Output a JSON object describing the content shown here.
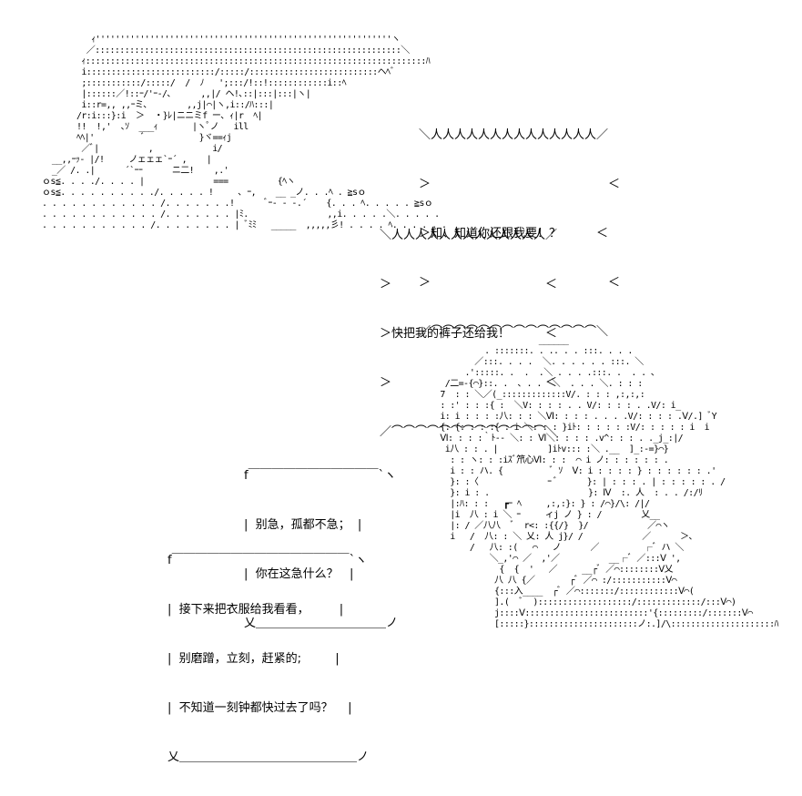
{
  "art": {
    "top": [
      "          ｨ''''''''''''''''''''''''''''''''''''''''''''''''''''''''''''ヽ",
      "         ／::::::::::::::::::::::::::::::::::::::::::::::::::::::::::::::＼",
      "        ｨ:::::::::::::::::::::::::::::::::::::::::::::::::::::::::::::::::::::ﾊ",
      "        i::::::::::::::::::::::::::/:::::/::::::::::::::::::::::::::ヘﾍﾞ",
      "        ;:::::::::::/:::::/  /  ﾉ   ';:::/!::!::::::::::::i::ﾍ",
      "        |::::::／!::ｰ/'ｰ-/､      ,,|/ ヘ!､::|:::|:::|ヽ|",
      "        i::r=,, ,,ｰミ､        ,,j|⌒|ヽ,i::/ﾊ:::|",
      "       /r:i:::}:i  ＞  ・}ﾚ|ニニミf ー､ ｨ|r  ﾍ|",
      "       !!  !,'  ､ｿ  ___ｨ       |ヽﾟノ   ill",
      "       ﾍﾍ|'          ﾞ           }ヾ==ｨj",
      "        ／ﾞ|          ,            i/",
      "  __,,ｰｯ- |/!     ノェェェ`ｰ´ ,    |",
      "  _／ /. .|      ´`ｰｰ      ニ二!    ,.'",
      "ｏs≦. . . ./. . . . |              ===          {ﾍヽ",
      "ｏs≦. . . . . . . . . ./. . . . . !     ､ ｰ,    __ _ノ. . .ﾍ . ≧sｏ",
      ". . . . . . . . . . . . /. . . . . . .!      ﾞｰ- - -.´    {. . . ﾍ. . . . . ≧sｏ",
      ". . . . . . . . . . . . /. . . . . . . |ﾐ.                ,,i. . . . .＼. . . . .",
      ". . . . . . . . . . . /. . . . . . . . | ﾞﾐﾐ   _____  ,,,,,彡! . . . . ﾍ. . . . . ."
    ],
    "bottom": [
      "                            ______",
      "                 . :::::::. . .. . . :::. . . .",
      "               ／:::. . . .  ＼. . . . . . :::. ＼",
      "             .':::::. .  .  .＼ . . . .:::. .  . . ､",
      "         /二=-{⌒}::. .  ､ . .  ＼  . . . ＼. : : :",
      "        7  : : ＼／(_:::::::::::::V/. : : : ,:,:,:",
      "        : :' : : :{ :  ＼V: : : : . . V/: : : : . .V/: i_",
      "        i: i : : : :八: : : ＼Ⅵ: : : : . . . .V/: : : : .Ⅴ/.] ﾞY",
      "        {: {: : : :{ : i ＼: : : }iﾄ: : : : : :V/: : : : : i  i",
      "        Ⅵ: : : :｀ﾄ-- ＼: : Ⅵ＼: : : : .v^: : : . ._j_:|/",
      "         i八 : : . |          ]iﾄv::: :＼ .__  ]_:-=}⌒}",
      "          : : ヽ: : :iｽﾞ笊心Ⅵ: : :  ⌒ i ノ: : : : : : .",
      "          i : : ハ. {          ﾞ ｿ  Ⅴ: i : : : : } : : : : : : .'",
      "          }: :〈              ｰ ﾞ      }: | : : : . | : : : : : . /",
      "          }: i : .                    }: Ⅳ  :. 人  : . . /:/ﾘ",
      "          |:ﾊ: : :   ┏ｰ ﾍ     ,:,:}: } : /⌒}/\\: /|/",
      "          |i  八 : i ＼ ｰ     ィj ノ } : /        乂__",
      "          |: / ／八八  ﾞ  r<: :{{/}  }/            ／⌒ヽ",
      "          i   /  八: : ＼ 乂: 人 j}/ /            ／      ＞､",
      "              /   八: :(   ⌒   ノ      ／         ┌ﾞ ハ ＼",
      "                  ＼_,'⌒ ／  ,'／          __┌ﾞ ／:::Ⅴ ',",
      "                    {  {  '   ／     __┌ﾞ ／⌒::::::::Ⅴ乂",
      "                   八 八 {／       ┌ﾞ ／⌒ :/:::::::::::Ⅴ⌒",
      "                   {:::入____  ┌ﾞ ／⌒:::::::/::::::::::::Ⅴ⌒(",
      "                   ].(  ﾞ  ):::::::::::::::::::/:::::::::::::/:::Ⅴ⌒)",
      "                   j::::Ⅴ:::::::::::::::::::::::::'{:::::::::/:::::::Ⅴ⌒",
      "                   [:::::}::::::::::::::::::::::ノ:.]/\\:::::::::::::::::::::ﾊ"
    ]
  },
  "bubble_top_1": {
    "rows": [
      "＼人人人人人人人人人人人人人人／",
      "＞　　　　　　　　　　　　　　　＜",
      "＞知、知道你还跟我要！？　　　＜",
      "＞　　　　　　　　　　　　　　　＜",
      "／⌒⌒⌒⌒⌒⌒⌒⌒⌒⌒⌒⌒⌒⌒＼"
    ]
  },
  "bubble_top_2": {
    "rows": [
      "＼人人人人人人人人人人人人人／",
      "＞　　　　　　　　　　　　　＜",
      "＞快把我的裤子还给我！　　　＜",
      "＞　　　　　　　　　　　　　＜",
      "／⌒⌒⌒⌒⌒⌒⌒⌒⌒⌒⌒⌒⌒＼"
    ]
  },
  "bubble_bottom_1": {
    "rows": [
      "f￣￣￣￣￣￣￣￣￣￣￣`ヽ",
      "|  别急，孤都不急；  |",
      "|  你在这急什么？   |",
      "乂＿＿＿＿＿＿＿＿＿＿＿ノ"
    ]
  },
  "bubble_bottom_2": {
    "rows": [
      "f￣￣￣￣￣￣￣￣￣￣￣￣￣￣￣`ヽ",
      "|  接下来把衣服给我看看，        |",
      "|  别磨蹭，立刻，赶紧的;         |",
      "|  不知道一刻钟都快过去了吗？    |",
      "乂＿＿＿＿＿＿＿＿＿＿＿＿＿＿＿ノ"
    ]
  }
}
